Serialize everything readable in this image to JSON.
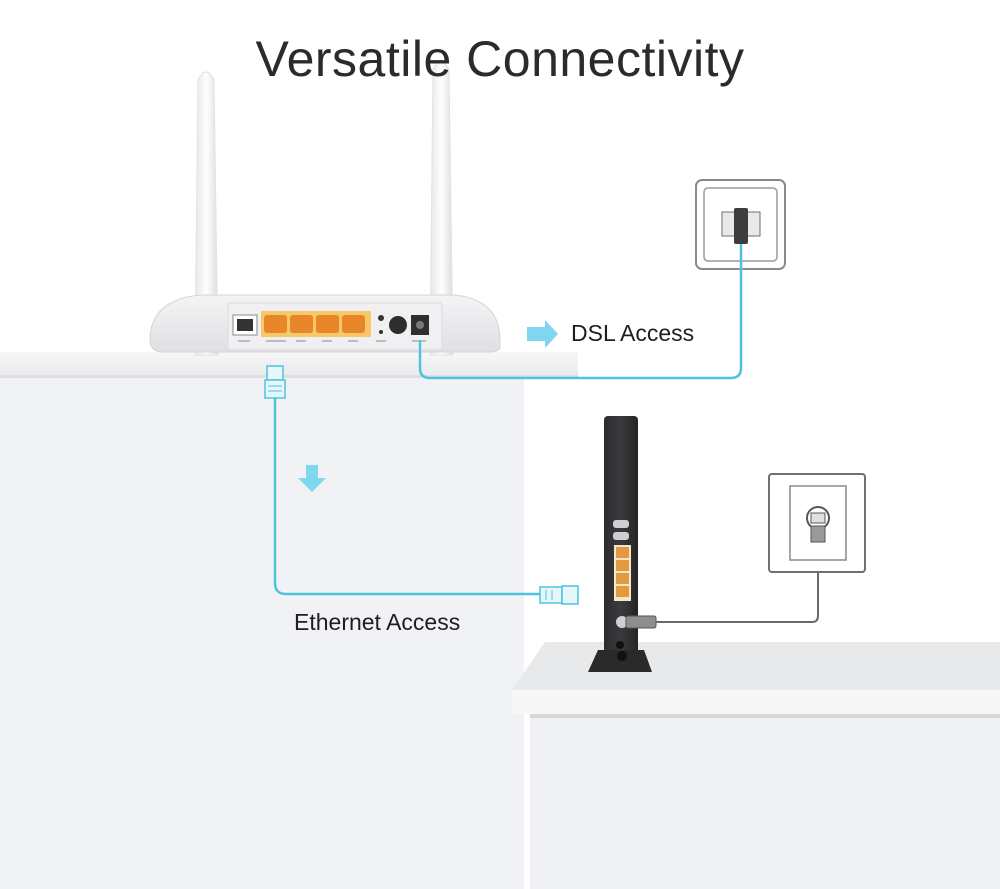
{
  "title": "Versatile Connectivity",
  "labels": {
    "dsl": "DSL Access",
    "ethernet": "Ethernet Access"
  },
  "devices": {
    "router": {
      "name": "wireless-n-adsl-router",
      "ports": [
        "DSL",
        "LAN1/WAN",
        "LAN2",
        "LAN3",
        "LAN4",
        "RESET",
        "ON/OFF",
        "POWER"
      ],
      "antennas": 2
    },
    "cable_modem": {
      "name": "cable-modem",
      "lan_ports": 4,
      "coax_port": 1
    },
    "dsl_wall_jack": {
      "name": "phone-line-wall-jack"
    },
    "coax_wall_outlet": {
      "name": "coaxial-wall-outlet"
    }
  },
  "colors": {
    "cable_accent": "#4fc3dc",
    "arrow": "#7fd6ef",
    "port_orange": "#f2a23a",
    "background_wall": "#f1f2f5",
    "text": "#2b2b2b"
  }
}
